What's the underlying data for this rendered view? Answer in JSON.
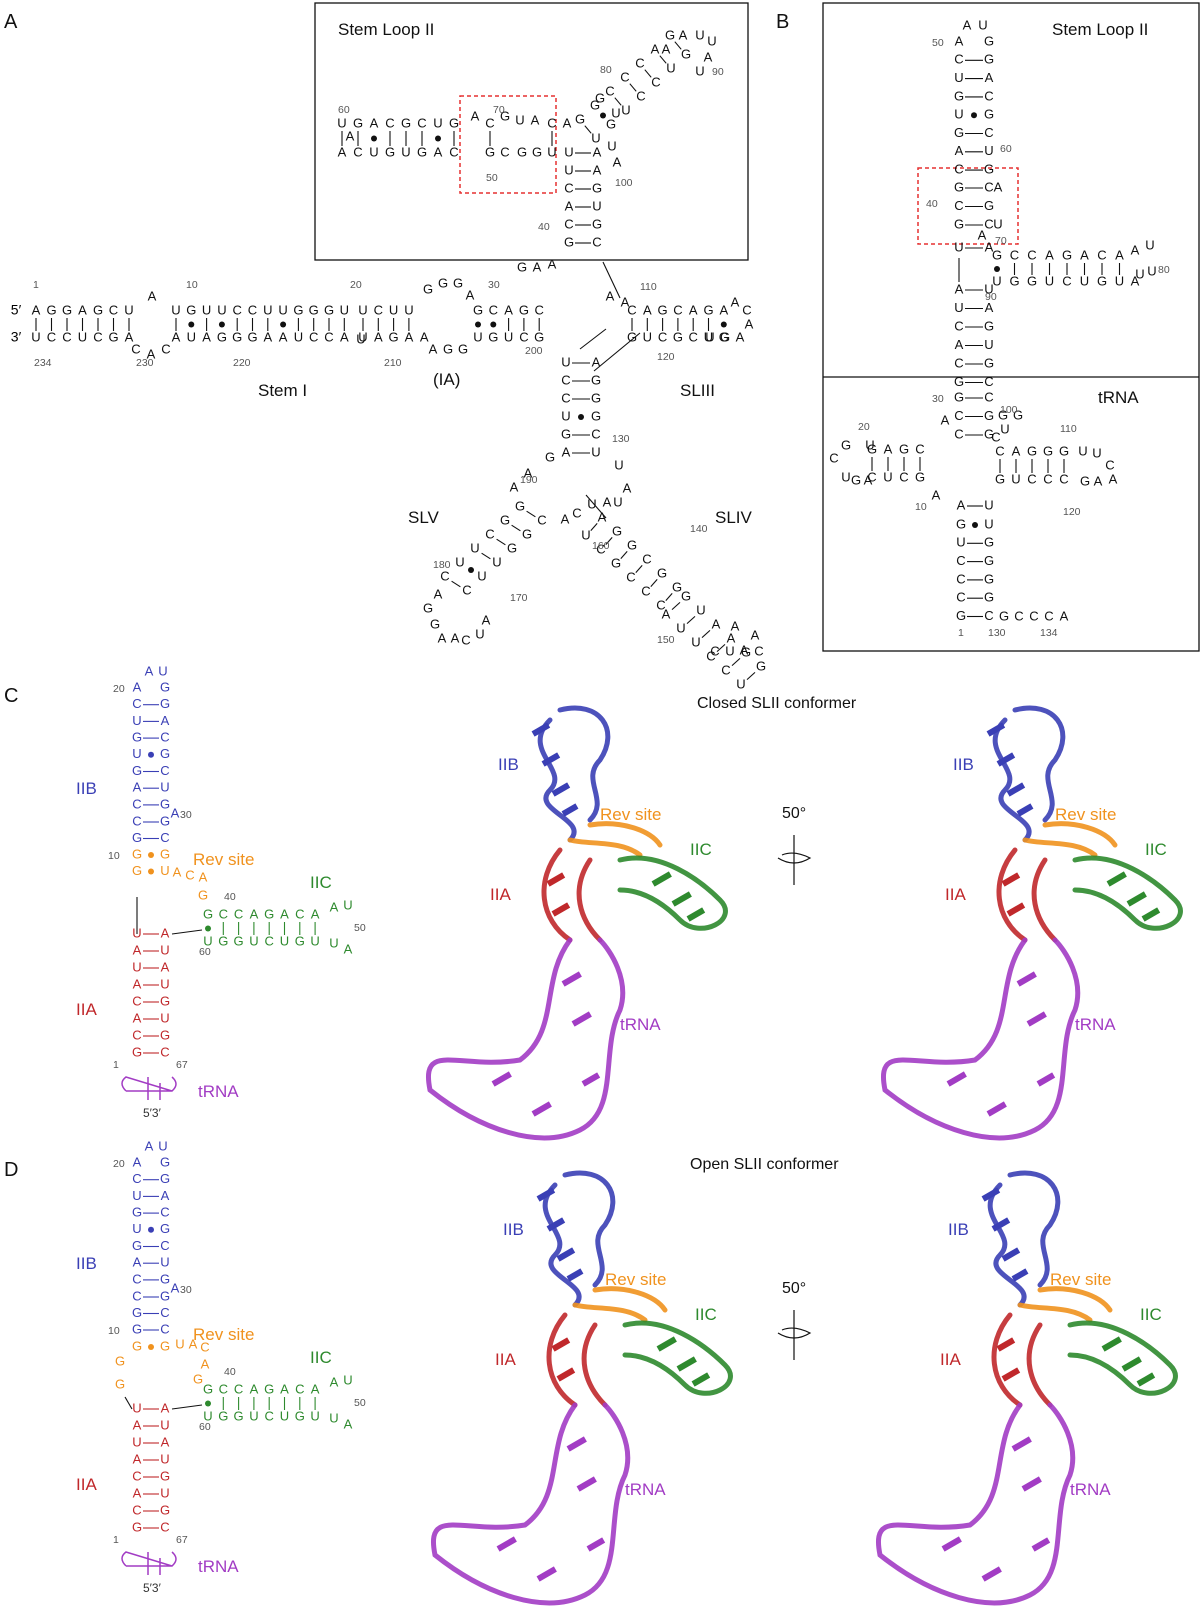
{
  "panels": {
    "A": {
      "letter": "A",
      "box_title": "Stem Loop II",
      "labels": {
        "stem_i": "Stem I",
        "ia": "(IA)",
        "sliii": "SLIII",
        "sliv": "SLIV",
        "slv": "SLV"
      },
      "strand_5": "5′",
      "strand_3": "3′",
      "stem1_top": "AGGAGCU",
      "stem1_bot": "UCCUCGA",
      "numbers": [
        "1",
        "10",
        "20",
        "30",
        "110",
        "234",
        "230",
        "220",
        "210",
        "200",
        "120",
        "130",
        "190",
        "180",
        "170",
        "160",
        "140",
        "150",
        "60",
        "70",
        "50",
        "80",
        "90",
        "100",
        "40"
      ]
    },
    "B": {
      "letter": "B",
      "box_title": "Stem Loop II",
      "box2_title": "tRNA",
      "numbers": [
        "50",
        "60",
        "40",
        "70",
        "80",
        "90",
        "30",
        "100",
        "20",
        "110",
        "10",
        "120",
        "1",
        "130",
        "134"
      ],
      "tail": "GCCCA"
    },
    "C": {
      "letter": "C",
      "title": "Closed SLII conformer",
      "labels": {
        "iib": "IIB",
        "iia": "IIA",
        "iic": "IIC",
        "rev": "Rev site",
        "trna": "tRNA"
      },
      "angle": "50°",
      "numbers": [
        "20",
        "30",
        "10",
        "40",
        "50",
        "60",
        "1",
        "67"
      ],
      "ends": "5′3′"
    },
    "D": {
      "letter": "D",
      "title": "Open SLII conformer",
      "labels": {
        "iib": "IIB",
        "iia": "IIA",
        "iic": "IIC",
        "rev": "Rev site",
        "trna": "tRNA"
      },
      "angle": "50°",
      "numbers": [
        "20",
        "30",
        "10",
        "40",
        "50",
        "60",
        "1",
        "67"
      ],
      "ends": "5′3′"
    }
  },
  "colors": {
    "iib": "#3a3fb5",
    "iia": "#c0282b",
    "iic": "#2e8a2e",
    "rev": "#f0921e",
    "trna": "#a23cc4",
    "black": "#111111"
  }
}
